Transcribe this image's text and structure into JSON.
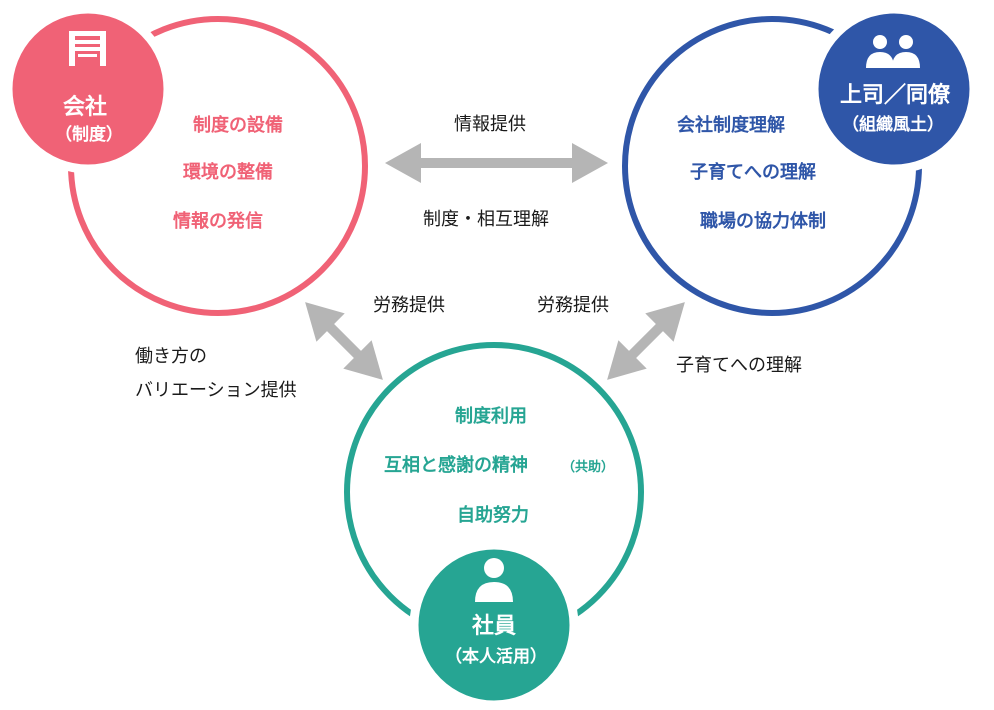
{
  "colors": {
    "company": "#f06276",
    "colleagues": "#2f56a8",
    "employee": "#26a593",
    "arrow": "#b5b5b5",
    "text": "#1a1a1a"
  },
  "company": {
    "icon": "building-icon",
    "title": "会社",
    "subtitle": "（制度）",
    "items": [
      "制度の設備",
      "環境の整備",
      "情報の発信"
    ]
  },
  "colleagues": {
    "icon": "people-icon",
    "title": "上司／同僚",
    "subtitle": "（組織風土）",
    "items": [
      "会社制度理解",
      "子育てへの理解",
      "職場の協力体制"
    ]
  },
  "employee": {
    "icon": "person-icon",
    "title": "社員",
    "subtitle": "（本人活用）",
    "items": [
      "制度利用",
      "互相と感謝の精神",
      "自助努力"
    ],
    "item_note": "（共助）"
  },
  "relations": {
    "top_above": "情報提供",
    "top_below": "制度・相互理解",
    "left_arrow": "労務提供",
    "right_arrow": "労務提供",
    "left_side_line1": "働き方の",
    "left_side_line2": "バリエーション提供",
    "right_side": "子育てへの理解"
  }
}
